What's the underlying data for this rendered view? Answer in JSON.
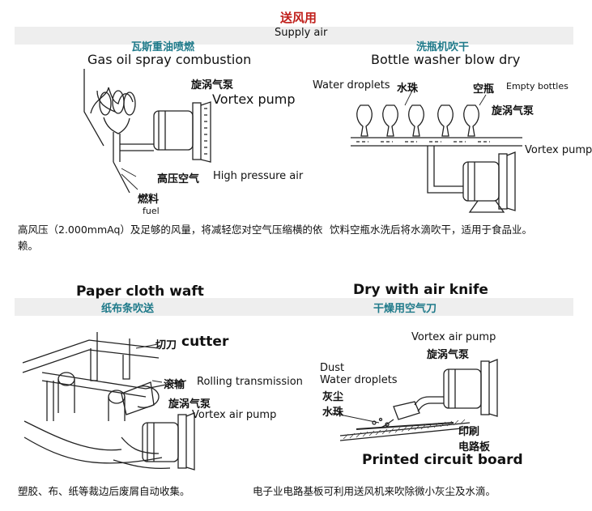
{
  "header": {
    "title_cn": "送风用",
    "title_en": "Supply air"
  },
  "panels": {
    "gas_oil": {
      "title_cn": "瓦斯重油喷燃",
      "title_en": "Gas oil spray combustion",
      "pump_cn": "旋涡气泵",
      "pump_en": "Vortex pump",
      "air_cn": "高压空气",
      "air_en": "High pressure air",
      "fuel_cn": "燃料",
      "fuel_en": "fuel",
      "caption": "高风压（2.000mmAq）及足够的风量，将减轻您对空气压缩横的依赖。"
    },
    "bottle": {
      "title_cn": "洗瓶机吹干",
      "title_en": "Bottle washer blow dry",
      "droplets_en": "Water droplets",
      "droplets_cn": "水珠",
      "empty_cn": "空瓶",
      "empty_en": "Empty bottles",
      "pump_cn": "旋涡气泵",
      "pump_en": "Vortex pump",
      "caption": "饮料空瓶水洗后将水滴吹干，适用于食品业。"
    },
    "paper": {
      "title_en": "Paper cloth waft",
      "title_cn": "纸布条吹送",
      "cutter_cn": "切刀",
      "cutter_en": "cutter",
      "roll_cn": "滚输",
      "roll_en": "Rolling transmission",
      "pump_cn": "旋涡气泵",
      "pump_en": "Vortex air pump",
      "caption": "塑胶、布、纸等裁边后废屑自动收集。"
    },
    "airknife": {
      "title_en": "Dry with air knife",
      "title_cn": "干燥用空气刀",
      "pump_en": "Vortex air pump",
      "pump_cn": "旋涡气泵",
      "dust_en": "Dust",
      "droplets_en": "Water droplets",
      "dust_cn": "灰尘",
      "droplets_cn": "水珠",
      "pcb_cn_1": "印刷",
      "pcb_cn_2": "电路板",
      "pcb_en": "Printed circuit board",
      "caption": "电子业电路基板可利用送风机来吹除微小灰尘及水滴。"
    }
  }
}
